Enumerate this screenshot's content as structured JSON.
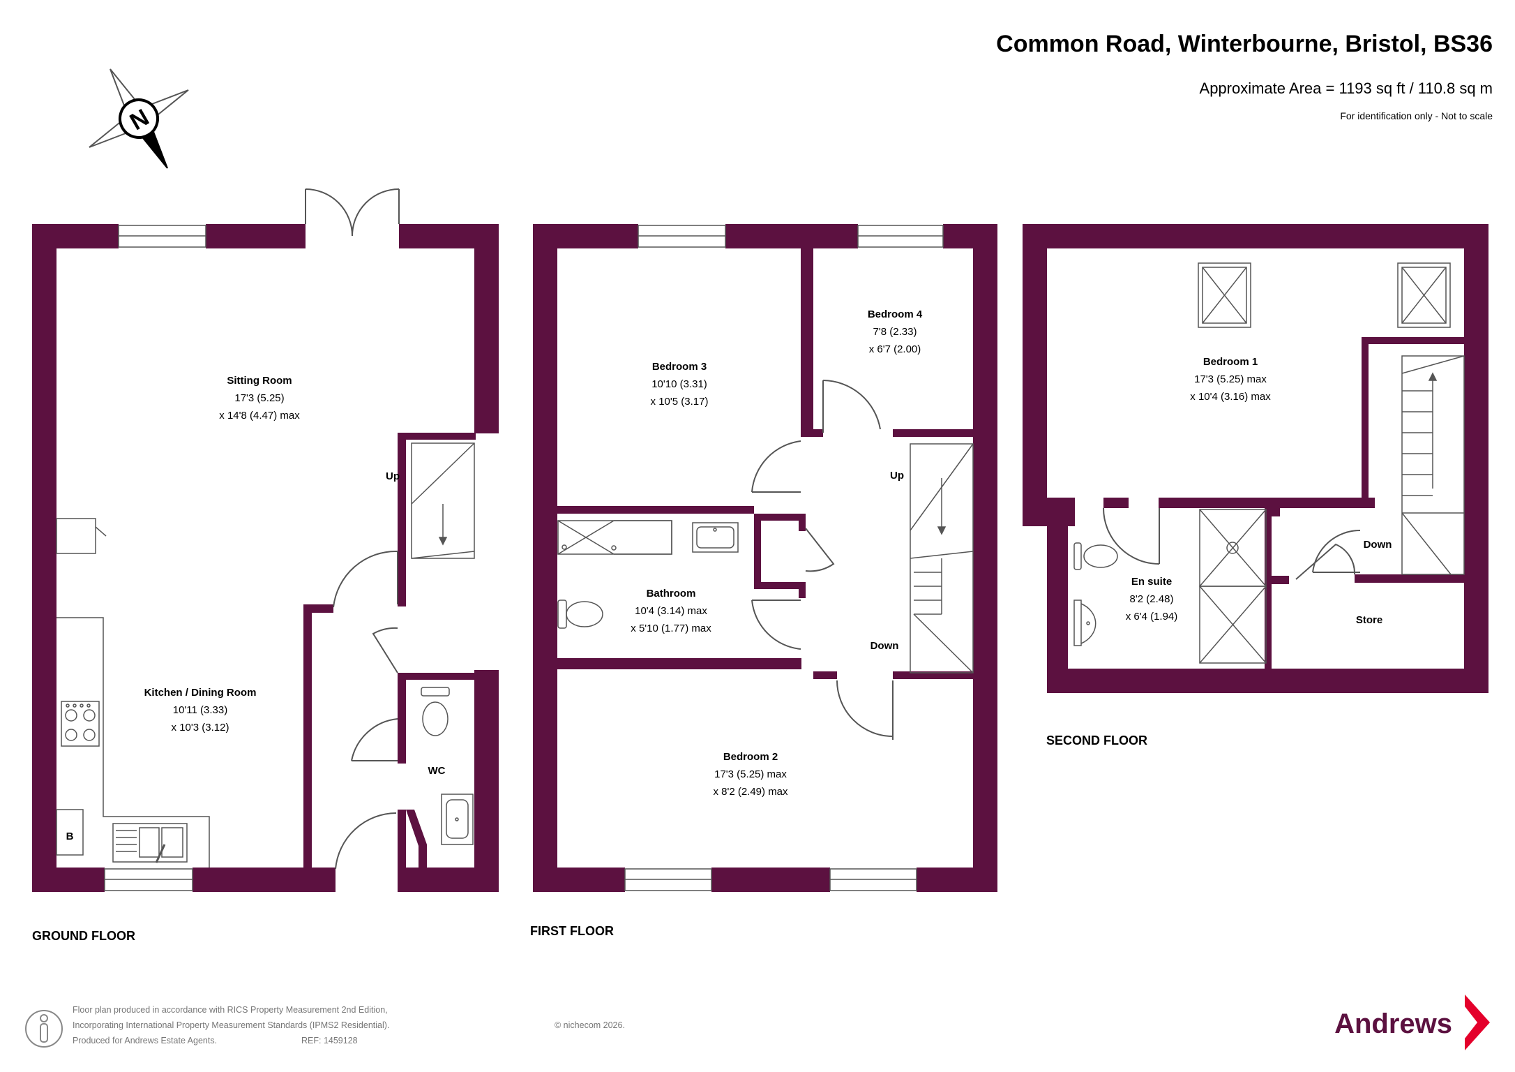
{
  "header": {
    "title": "Common Road, Winterbourne, Bristol, BS36",
    "area": "Approximate Area = 1193 sq ft / 110.8 sq m",
    "note": "For identification only - Not to scale"
  },
  "compass": {
    "letter": "N"
  },
  "colors": {
    "wall": "#5c1140",
    "brand": "#5c1140",
    "accent": "#e4002b"
  },
  "floors": {
    "ground": {
      "label": "GROUND FLOOR",
      "sitting": {
        "name": "Sitting Room",
        "dim1": "17'3 (5.25)",
        "dim2": "x 14'8 (4.47) max"
      },
      "kitchen": {
        "name": "Kitchen / Dining Room",
        "dim1": "10'11 (3.33)",
        "dim2": "x 10'3 (3.12)"
      },
      "wc": "WC",
      "up": "Up",
      "boiler": "B"
    },
    "first": {
      "label": "FIRST FLOOR",
      "bed3": {
        "name": "Bedroom 3",
        "dim1": "10'10 (3.31)",
        "dim2": "x 10'5 (3.17)"
      },
      "bed4": {
        "name": "Bedroom 4",
        "dim1": "7'8 (2.33)",
        "dim2": "x 6'7 (2.00)"
      },
      "bath": {
        "name": "Bathroom",
        "dim1": "10'4 (3.14) max",
        "dim2": "x 5'10 (1.77) max"
      },
      "bed2": {
        "name": "Bedroom 2",
        "dim1": "17'3 (5.25) max",
        "dim2": "x 8'2 (2.49) max"
      },
      "up": "Up",
      "down": "Down"
    },
    "second": {
      "label": "SECOND FLOOR",
      "bed1": {
        "name": "Bedroom 1",
        "dim1": "17'3 (5.25) max",
        "dim2": "x 10'4 (3.16) max"
      },
      "ensuite": {
        "name": "En suite",
        "dim1": "8'2 (2.48)",
        "dim2": "x 6'4 (1.94)"
      },
      "store": "Store",
      "down": "Down"
    }
  },
  "footer": {
    "line1": "Floor plan produced in accordance with RICS Property Measurement 2nd Edition,",
    "line2": "Incorporating International Property Measurement Standards (IPMS2 Residential).",
    "copyright": "© nichecom 2026.",
    "line3": "Produced for Andrews Estate Agents.",
    "ref": "REF:  1459128",
    "brand": "Andrews"
  }
}
